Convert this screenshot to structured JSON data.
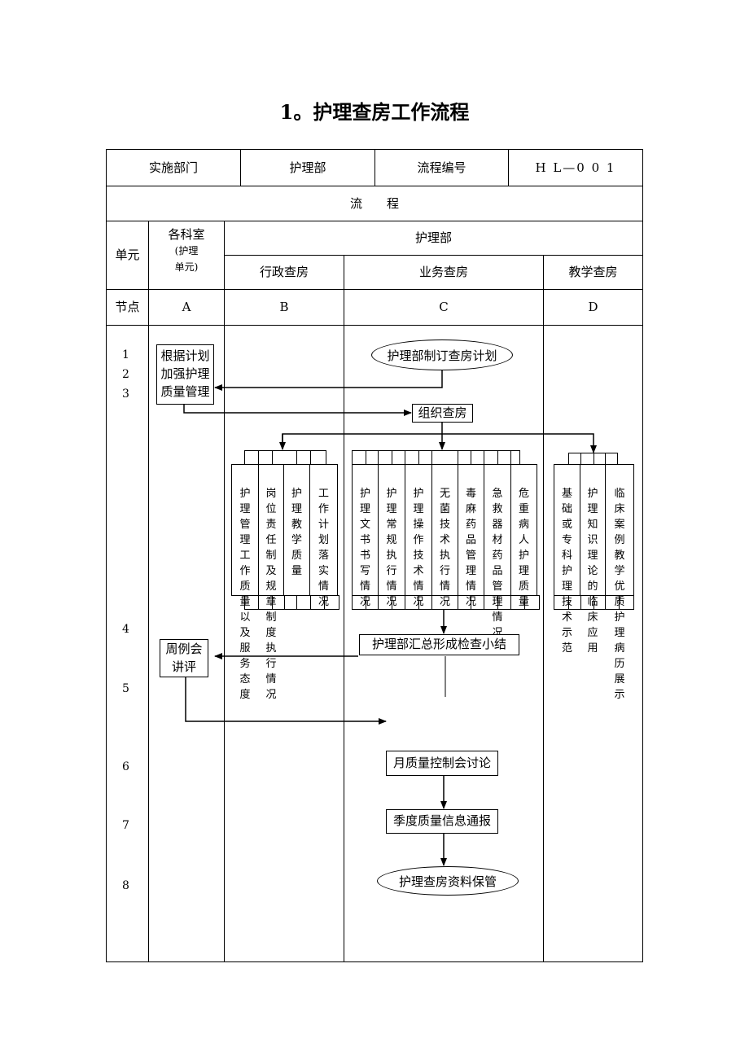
{
  "title": "1。护理查房工作流程",
  "header": {
    "dept_label": "实施部门",
    "dept_value": "护理部",
    "code_label": "流程编号",
    "code_value": "H L—0 0 1",
    "flow_label": "流　　程",
    "unit_label": "单元",
    "col_a_title": "各科室",
    "col_a_sub": "(护理",
    "col_a_sub2": "单元)",
    "nursing_dept": "护理部",
    "col_b": "行政查房",
    "col_c": "业务查房",
    "col_d": "教学查房",
    "node_label": "节点",
    "node_a": "A",
    "node_b": "B",
    "node_c": "C",
    "node_d": "D"
  },
  "rows": [
    "1",
    "2",
    "3",
    "4",
    "5",
    "6",
    "7",
    "8"
  ],
  "steps": {
    "plan": "护理部制订查房计划",
    "strengthen": "根据计划加强护理质量管理",
    "organize": "组织查房",
    "summary": "护理部汇总形成检查小结",
    "weekly": "周例会讲评",
    "monthly": "月质量控制会讨论",
    "quarterly": "季度质量信息通报",
    "archive": "护理查房资料保管"
  },
  "admin_items": [
    "护理管理工作质量以及服务态度",
    "岗位责任制及规章制度执行情况",
    "护理教学质量",
    "工作计划落实情况"
  ],
  "business_items": [
    "护理文书书写情况",
    "护理常规执行情况",
    "护理操作技术情况",
    "无菌技术执行情况",
    "毒麻药品管理情况",
    "急救器材药品管理情况",
    "危重病人护理质量"
  ],
  "teaching_items": [
    "基础或专科护理技术示范",
    "护理知识理论的临床应用",
    "临床案例教学优质护理病历展示"
  ]
}
